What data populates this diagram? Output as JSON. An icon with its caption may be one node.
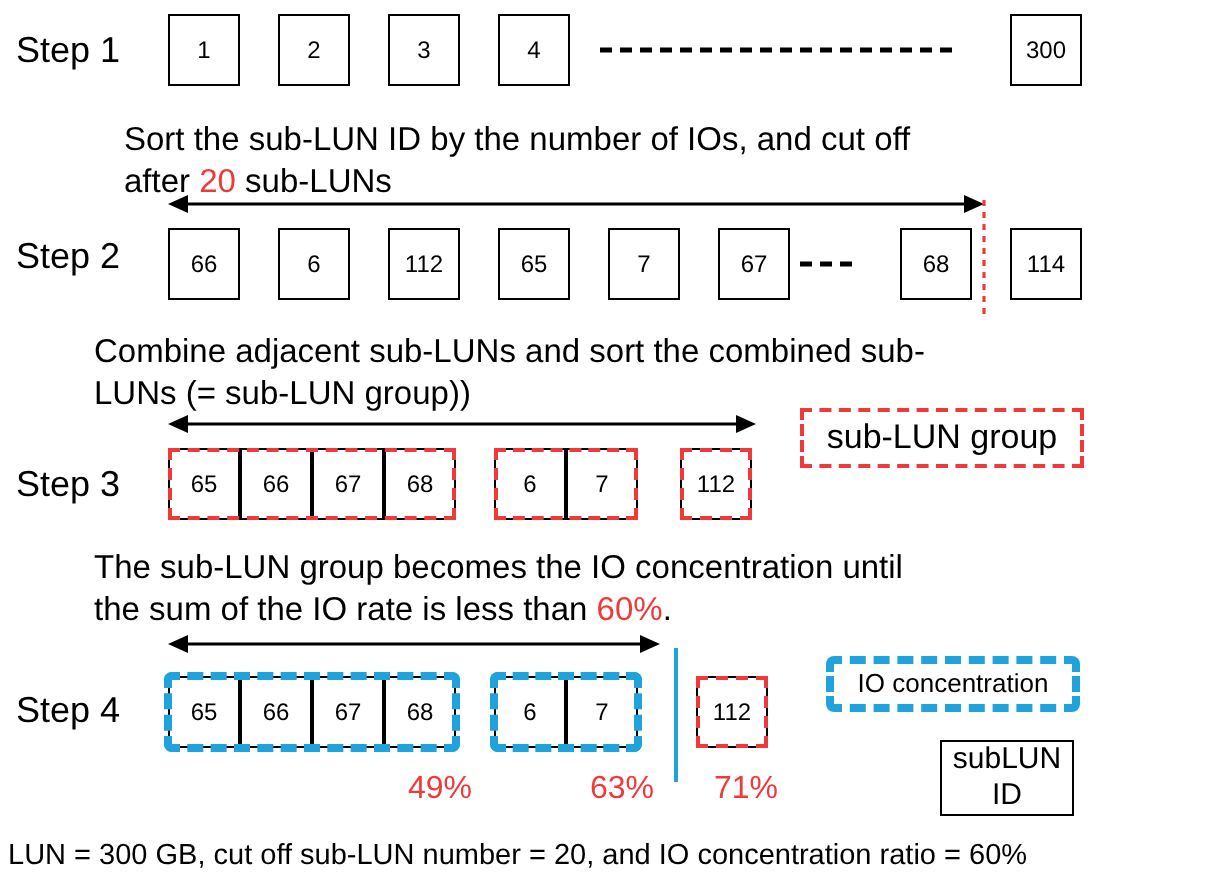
{
  "diagram": {
    "nodes": [
      {
        "text": [
          "1"
        ]
      },
      {
        "text": [
          "2"
        ]
      },
      {
        "text": [
          "3"
        ]
      },
      {
        "text": [
          "4"
        ]
      },
      {
        "text": [
          "300"
        ]
      },
      {
        "text": [
          "66"
        ]
      },
      {
        "text": [
          "6"
        ]
      },
      {
        "text": [
          "112"
        ]
      },
      {
        "text": [
          "65"
        ]
      },
      {
        "text": [
          "7"
        ]
      },
      {
        "text": [
          "67"
        ]
      },
      {
        "text": [
          "68"
        ]
      },
      {
        "text": [
          "114"
        ]
      },
      {
        "text": [],
        "shape": "box"
      },
      {
        "text": [
          "65"
        ],
        "in": 13
      },
      {
        "text": [
          "66"
        ],
        "in": 13
      },
      {
        "text": [
          "67"
        ],
        "in": 13
      },
      {
        "text": [
          "68"
        ],
        "in": 13
      },
      {
        "text": [],
        "shape": "box"
      },
      {
        "text": [
          "6"
        ],
        "in": 18
      },
      {
        "text": [
          "7"
        ],
        "in": 18
      },
      {
        "text": [],
        "shape": "box"
      },
      {
        "text": [
          "112"
        ],
        "in": 21
      },
      {
        "text": [],
        "shape": "box",
        "beside": [
          "49%"
        ]
      },
      {
        "text": [
          "65"
        ],
        "in": 23
      },
      {
        "text": [
          "66"
        ],
        "in": 23
      },
      {
        "text": [
          "67"
        ],
        "in": 23
      },
      {
        "text": [
          "68"
        ],
        "in": 23
      },
      {
        "text": [],
        "shape": "box",
        "beside": [
          "63%"
        ]
      },
      {
        "text": [
          "6"
        ],
        "in": 28
      },
      {
        "text": [
          "7"
        ],
        "in": 28
      },
      {
        "text": [],
        "shape": "box",
        "beside": [
          "71%"
        ]
      },
      {
        "text": [
          "112"
        ],
        "in": 31
      }
    ],
    "labels": [
      "Step 1",
      "Sort the sub-LUN ID by the number of IOs, and cut off after **20** sub-LUNs",
      "Step 2",
      "Combine adjacent sub-LUNs and sort the combined sub-LUNs  (= sub-LUN group))",
      "Step 3",
      "The sub-LUN group becomes the IO concentration until the sum of the IO rate is less than **60%**.",
      "Step 4",
      "LUN = 300 GB, cut off sub-LUN number = 20, and IO concentration ratio = 60%"
    ],
    "legend": [
      {
        "text": "sub-LUN group"
      },
      {
        "text": "IO concentration"
      },
      {
        "text": "subLUN ID"
      }
    ]
  }
}
